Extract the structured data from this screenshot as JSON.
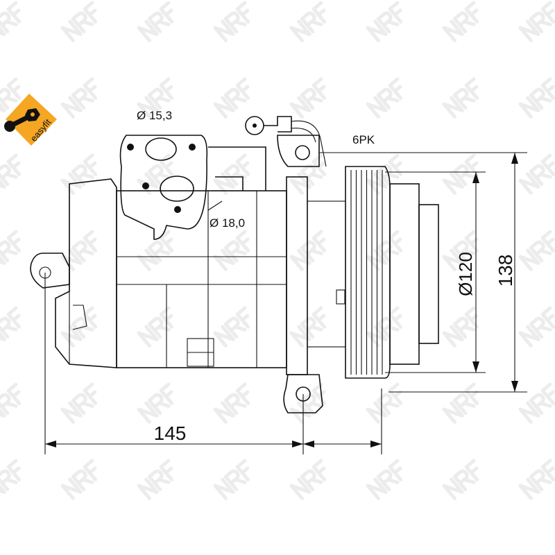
{
  "logo": {
    "text": "easyfit",
    "color": "#f5a623"
  },
  "watermark": {
    "text": "NRF"
  },
  "dimensions": {
    "suction_port": "Ø 15,3",
    "discharge_port": "Ø 18,0",
    "belt_type": "6PK",
    "pulley_diameter": "Ø120",
    "height": "138",
    "length": "145"
  }
}
